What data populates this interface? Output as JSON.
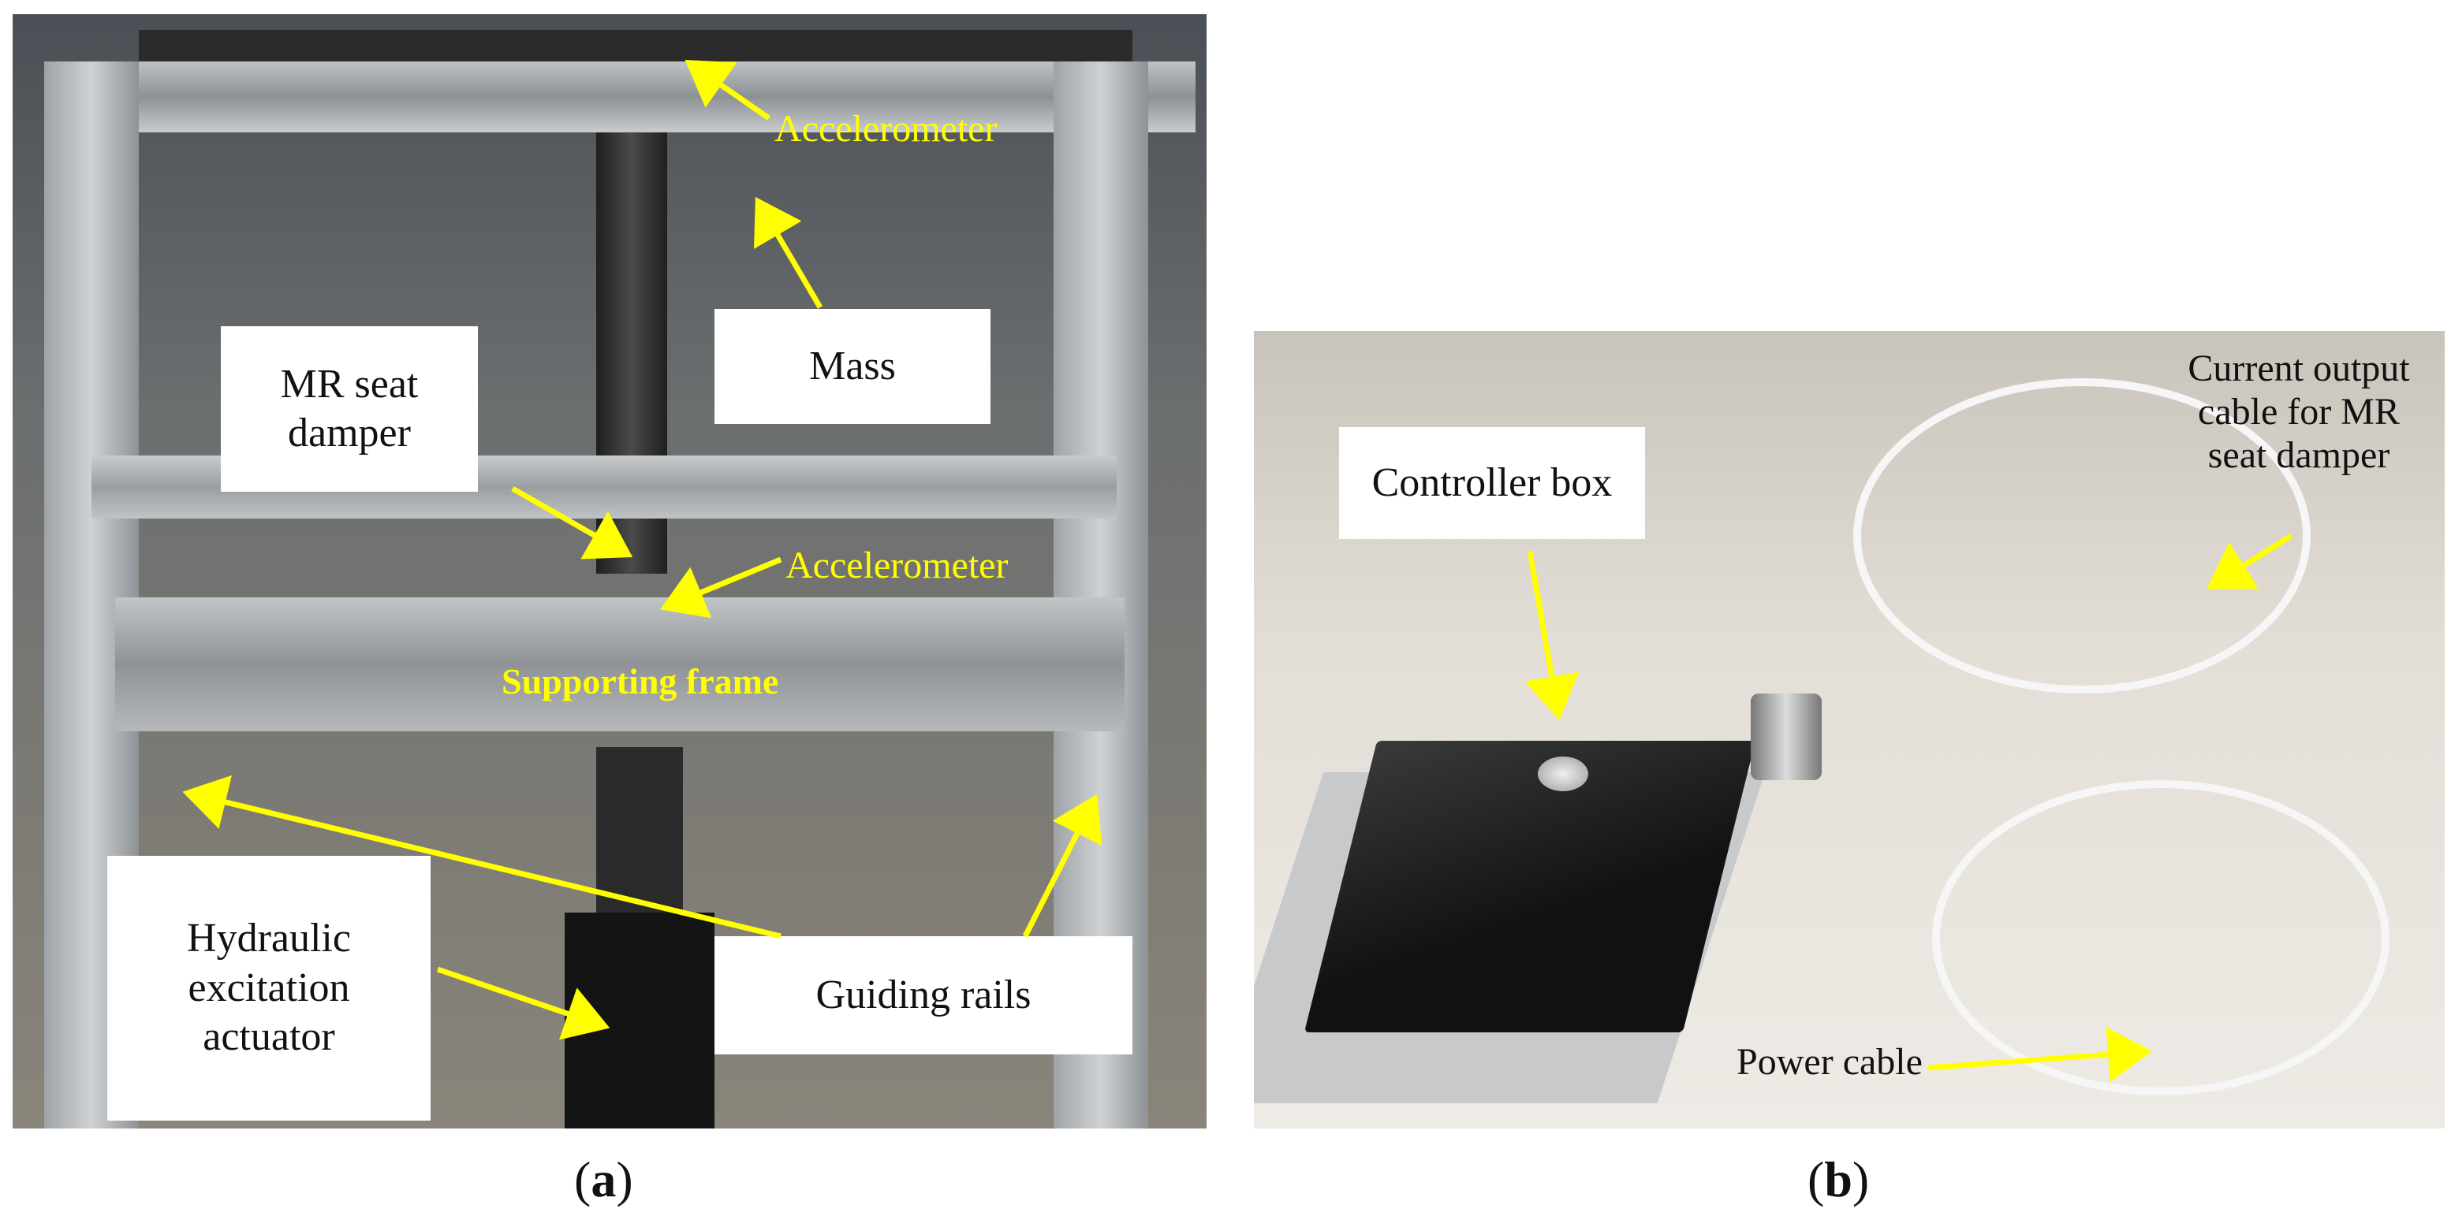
{
  "panel_a": {
    "labels": {
      "accelerometer_top": "Accelerometer",
      "mass": "Mass",
      "mr_seat_damper": "MR seat\ndamper",
      "accelerometer_mid": "Accelerometer",
      "supporting_frame": "Supporting frame",
      "hydraulic_actuator": "Hydraulic\nexcitation\nactuator",
      "guiding_rails": "Guiding rails"
    },
    "caption": {
      "open": "(",
      "letter": "a",
      "close": ")"
    }
  },
  "panel_b": {
    "labels": {
      "controller_box": "Controller box",
      "current_output_cable": "Current output\ncable for MR\nseat damper",
      "power_cable": "Power cable"
    },
    "caption": {
      "open": "(",
      "letter": "b",
      "close": ")"
    }
  },
  "colors": {
    "annotation_yellow": "#ffff00",
    "arrow_yellow": "#ffff00",
    "label_box_bg": "#ffffff"
  }
}
